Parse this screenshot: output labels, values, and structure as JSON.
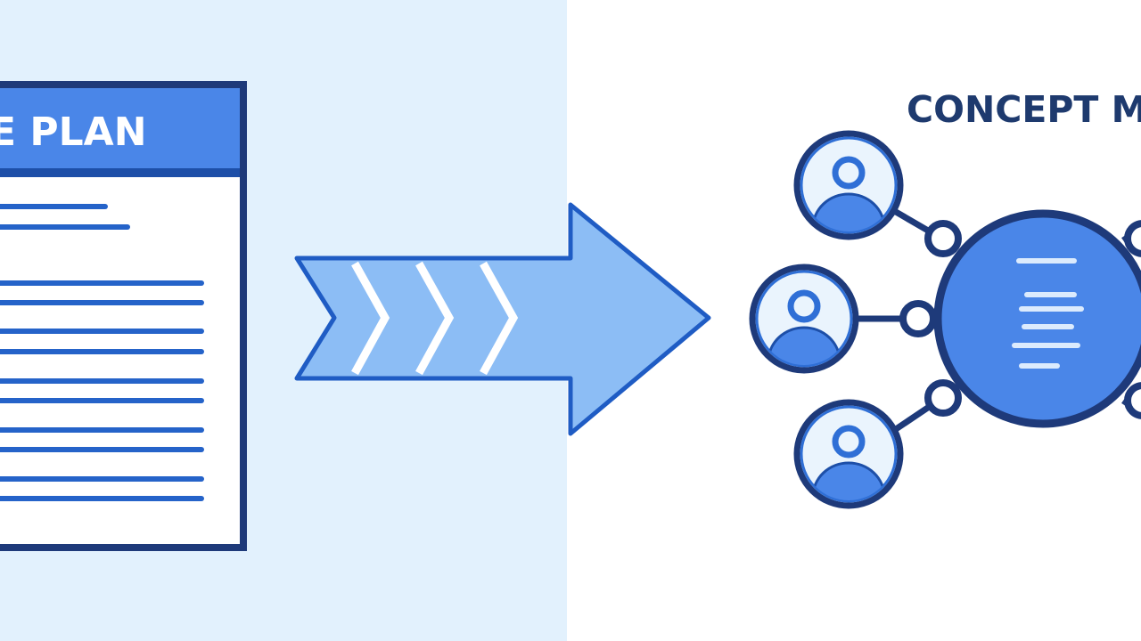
{
  "document": {
    "header_title": "E PLAN",
    "line_count": 12
  },
  "concept_map": {
    "title": "CONCEPT M",
    "person_nodes": 3
  },
  "colors": {
    "left_background": "#e2f1fd",
    "navy": "#1e3a7a",
    "primary_blue": "#4a86e8",
    "line_blue": "#2563c9",
    "arrow_fill": "#8cbdf5",
    "node_fill": "#eaf4fd"
  },
  "icons": [
    "document-icon",
    "arrow-right-icon",
    "person-icon",
    "hub-icon"
  ]
}
